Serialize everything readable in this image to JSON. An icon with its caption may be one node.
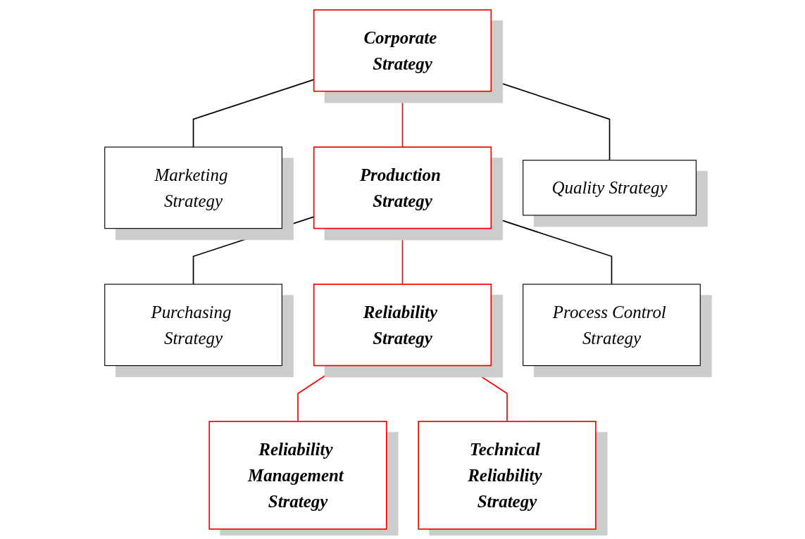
{
  "diagram": {
    "nodes": [
      {
        "text": [
          "Corporate Strategy"
        ]
      },
      {
        "text": [
          "Marketing Strategy"
        ]
      },
      {
        "text": [
          "Production Strategy"
        ]
      },
      {
        "text": [
          "Quality Strategy"
        ]
      },
      {
        "text": [
          "Purchasing Strategy"
        ]
      },
      {
        "text": [
          "Reliability Strategy"
        ]
      },
      {
        "text": [
          "Process Control Strategy"
        ]
      },
      {
        "text": [
          "Reliability Management Strategy"
        ]
      },
      {
        "text": [
          "Technical Reliability Strategy"
        ]
      }
    ],
    "edges": [
      {
        "from": 0,
        "to": 1,
        "arrow": "none",
        "color": "#000000"
      },
      {
        "from": 0,
        "to": 2,
        "arrow": "none",
        "color": "#ff0000"
      },
      {
        "from": 0,
        "to": 3,
        "arrow": "none",
        "color": "#000000"
      },
      {
        "from": 2,
        "to": 4,
        "arrow": "none",
        "color": "#000000"
      },
      {
        "from": 2,
        "to": 5,
        "arrow": "none",
        "color": "#ff0000"
      },
      {
        "from": 2,
        "to": 6,
        "arrow": "none",
        "color": "#000000"
      },
      {
        "from": 5,
        "to": 7,
        "arrow": "none",
        "color": "#ff0000"
      },
      {
        "from": 5,
        "to": 8,
        "arrow": "none",
        "color": "#ff0000"
      }
    ]
  }
}
